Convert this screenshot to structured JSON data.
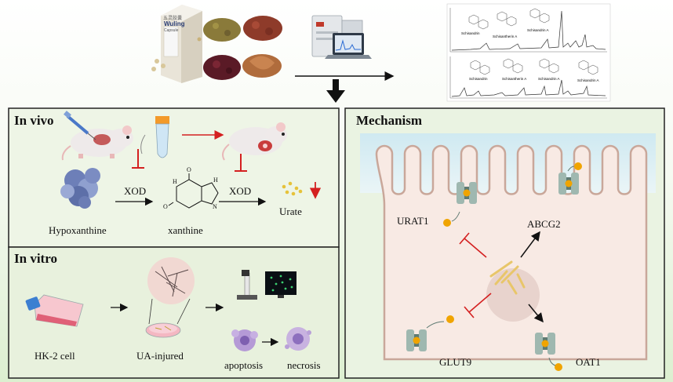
{
  "top": {
    "box_brand": "Wuling",
    "box_sub": "Capsule",
    "box_chinese": "五灵胶囊",
    "struct_labels": [
      "Schisandrin",
      "Schisantherin A",
      "Schisandrin A",
      "Schisandrin",
      "Schisantherin A",
      "Schisandrin A",
      "Schisandrin A"
    ]
  },
  "invivo": {
    "title": "In vivo",
    "hypoxanthine": "Hypoxanthine",
    "xanthine": "xanthine",
    "urate": "Urate",
    "xod1": "XOD",
    "xod2": "XOD"
  },
  "invitro": {
    "title": "In vitro",
    "hk2": "HK-2 cell",
    "ua": "UA-injured",
    "apoptosis": "apoptosis",
    "necrosis": "necrosis"
  },
  "mechanism": {
    "title": "Mechanism",
    "urat1": "URAT1",
    "abcg2": "ABCG2",
    "glut9": "GLUT9",
    "oat1": "OAT1"
  },
  "colors": {
    "inhibit": "#d42020",
    "transporter": "#9fb8b0",
    "urate_dot": "#f0a400",
    "cell_fill": "#f8eae4",
    "lumen": "#d8eef4"
  }
}
